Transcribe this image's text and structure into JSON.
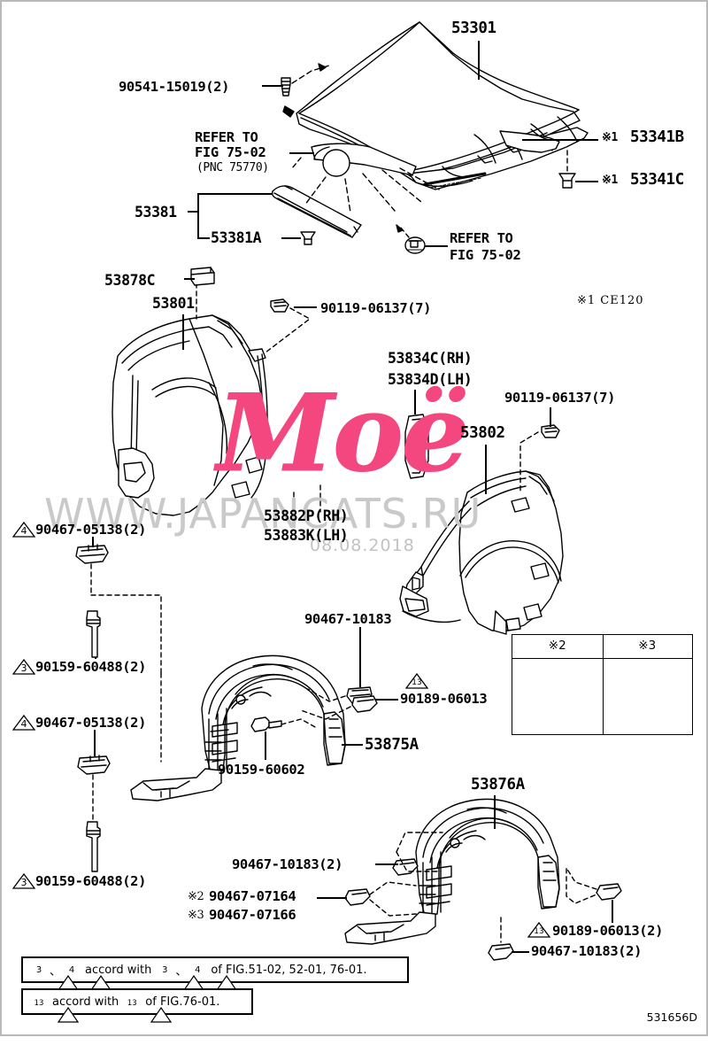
{
  "diagram": {
    "figure_code": "531656D",
    "note_ce": "※1 CE120",
    "watermark_url": "WWW.JAPANCATS.RU",
    "watermark_date": "08.08.2018",
    "watermark_signature": "Moë"
  },
  "labels": {
    "hood": "53301",
    "hood_bumper": "90541-15019(2)",
    "refer_75_02_a_l1": "REFER TO",
    "refer_75_02_a_l2": "FIG 75-02",
    "refer_75_02_a_l3": "(PNC 75770)",
    "refer_75_02_b_l1": "REFER TO",
    "refer_75_02_b_l2": "FIG 75-02",
    "seal_53381": "53381",
    "clip_53381a": "53381A",
    "insulator_53341b": "53341B",
    "clip_53341c": "53341C",
    "mark1_b": "※1",
    "mark1_c": "※1",
    "pad_53878c": "53878C",
    "fender_rh_53801": "53801",
    "bolt_90119_a": "90119-06137(7)",
    "bolt_90119_b": "90119-06137(7)",
    "seal_53834c": "53834C(RH)",
    "seal_53834d": "53834D(LH)",
    "fender_lh_53802": "53802",
    "retainer_53882p": "53882P(RH)",
    "retainer_53883k": "53883K(LH)",
    "clip_90467_05138_a": "90467-05138(2)",
    "clip_90467_05138_b": "90467-05138(2)",
    "screw_90159_60488_a": "90159-60488(2)",
    "screw_90159_60488_b": "90159-60488(2)",
    "clip_90467_10183_top": "90467-10183",
    "clip_90189_06013_mid": "90189-06013",
    "liner_53875a": "53875A",
    "screw_90159_60602": "90159-60602",
    "liner_53876a": "53876A",
    "clip_90467_10183_2": "90467-10183(2)",
    "clip_90467_07164": "90467-07164",
    "clip_90467_07166": "90467-07166",
    "mark2_07164": "※2",
    "mark3_07166": "※3",
    "clip_90189_06013_2": "90189-06013(2)",
    "clip_90467_10183_b2": "90467-10183(2)"
  },
  "triangles": {
    "t3": "3",
    "t4": "4",
    "t13": "13"
  },
  "inset": {
    "header_left": "※2",
    "header_right": "※3"
  },
  "footnotes": {
    "line1_a": "、",
    "line1_b": "accord with",
    "line1_c": "、",
    "line1_d": "of FIG.51-02, 52-01, 76-01.",
    "line2_a": "accord with",
    "line2_b": "of FIG.76-01."
  }
}
